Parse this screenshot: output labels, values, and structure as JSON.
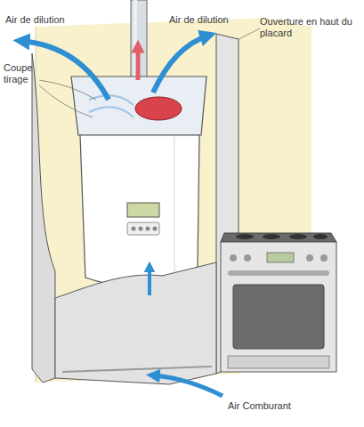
{
  "diagram": {
    "labels": [
      "Air de dilution",
      "Air de dilution",
      "Coupe tirage",
      "Ouverture en haut du placard",
      "Air Comburant"
    ]
  }
}
